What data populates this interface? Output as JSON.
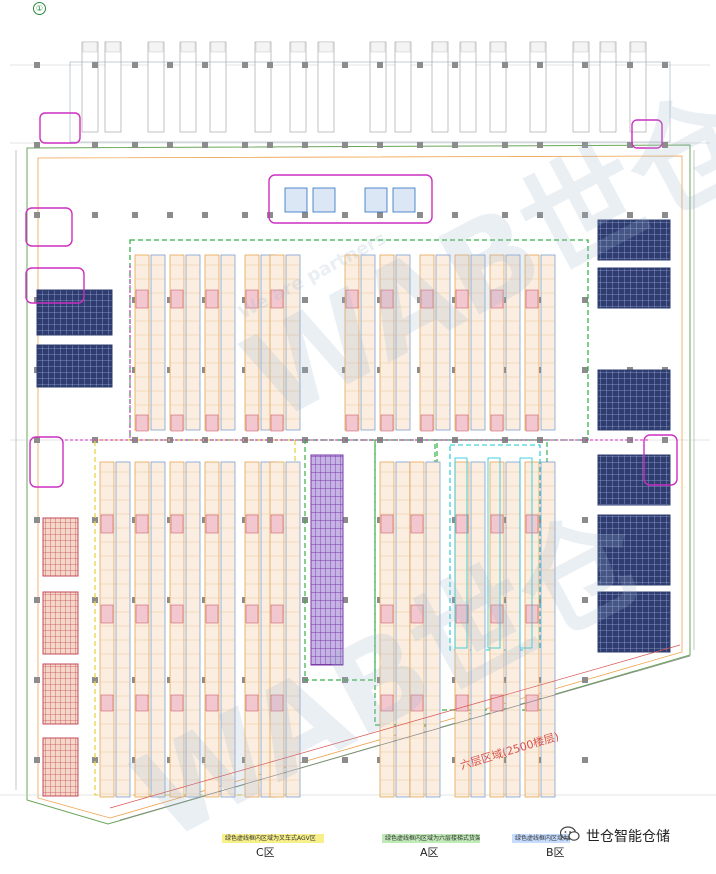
{
  "axis_marker": "①",
  "zone_labels": [
    "C区",
    "A区",
    "B区"
  ],
  "area_note": "六层区域(2500楼层)",
  "legend_notes": [
    {
      "text": "绿色虚线框内区域为叉车式AGV区",
      "color": "#f7f08a"
    },
    {
      "text": "绿色虚线框内区域为六层楼梯式货架",
      "color": "#bfe9b6"
    },
    {
      "text": "绿色虚线框内区域为阁楼式货架",
      "color": "#c6dcff"
    }
  ],
  "brand": {
    "name": "世仓智能仓储",
    "icon": "chat-bubble-icon"
  },
  "watermark": {
    "logo": "WAB世仓",
    "tagline": "We are partners"
  },
  "colors": {
    "rack_orange": "#e39a3c",
    "rack_blue": "#6b93cf",
    "drive_in_navy": "#3b4f8a",
    "pallet_purple": "#9a3fb0",
    "cyan_zone": "#19c7d6",
    "green_dash": "#36b24a",
    "yellow_dash": "#e8d24a",
    "magenta": "#cc2fbf",
    "column": "#8c8c8c"
  }
}
